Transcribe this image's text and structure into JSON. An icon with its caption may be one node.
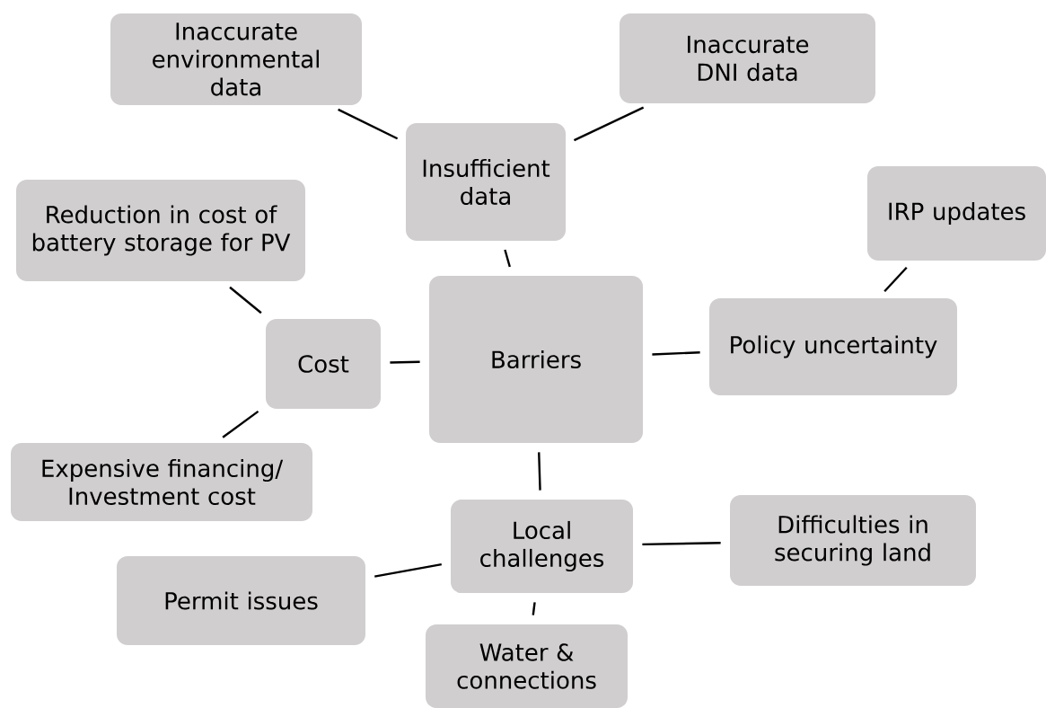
{
  "diagram": {
    "nodes": [
      {
        "text": [
          "Barriers"
        ]
      },
      {
        "text": [
          "Insufficient data"
        ]
      },
      {
        "text": [
          "Inaccurate environmental data"
        ]
      },
      {
        "text": [
          "Inaccurate DNI data"
        ]
      },
      {
        "text": [
          "Policy uncertainty"
        ]
      },
      {
        "text": [
          "IRP updates"
        ]
      },
      {
        "text": [
          "Cost"
        ]
      },
      {
        "text": [
          "Reduction in cost of battery storage for PV"
        ]
      },
      {
        "text": [
          "Expensive financing/ Investment cost"
        ]
      },
      {
        "text": [
          "Local challenges"
        ]
      },
      {
        "text": [
          "Difficulties in securing land"
        ]
      },
      {
        "text": [
          "Permit issues"
        ]
      },
      {
        "text": [
          "Water & connections"
        ]
      }
    ],
    "edges": [
      {
        "from": 0,
        "to": 1,
        "arrow": "none"
      },
      {
        "from": 1,
        "to": 2,
        "arrow": "none"
      },
      {
        "from": 1,
        "to": 3,
        "arrow": "none"
      },
      {
        "from": 0,
        "to": 4,
        "arrow": "none"
      },
      {
        "from": 4,
        "to": 5,
        "arrow": "none"
      },
      {
        "from": 0,
        "to": 6,
        "arrow": "none"
      },
      {
        "from": 6,
        "to": 7,
        "arrow": "none"
      },
      {
        "from": 6,
        "to": 8,
        "arrow": "none"
      },
      {
        "from": 0,
        "to": 9,
        "arrow": "none"
      },
      {
        "from": 9,
        "to": 10,
        "arrow": "none"
      },
      {
        "from": 9,
        "to": 11,
        "arrow": "none"
      },
      {
        "from": 9,
        "to": 12,
        "arrow": "none"
      }
    ]
  }
}
